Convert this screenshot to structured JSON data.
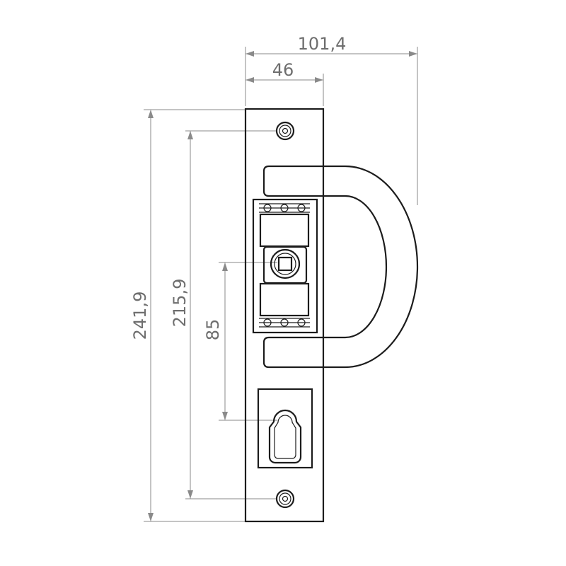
{
  "dimensions": {
    "overall_width": "101,4",
    "plate_width": "46",
    "overall_height": "241,9",
    "screw_spacing": "215,9",
    "handle_to_cylinder": "85"
  },
  "colors": {
    "outline": "#1c1c1c",
    "dimension": "#8a8a8a",
    "text": "#6e6e6e"
  }
}
